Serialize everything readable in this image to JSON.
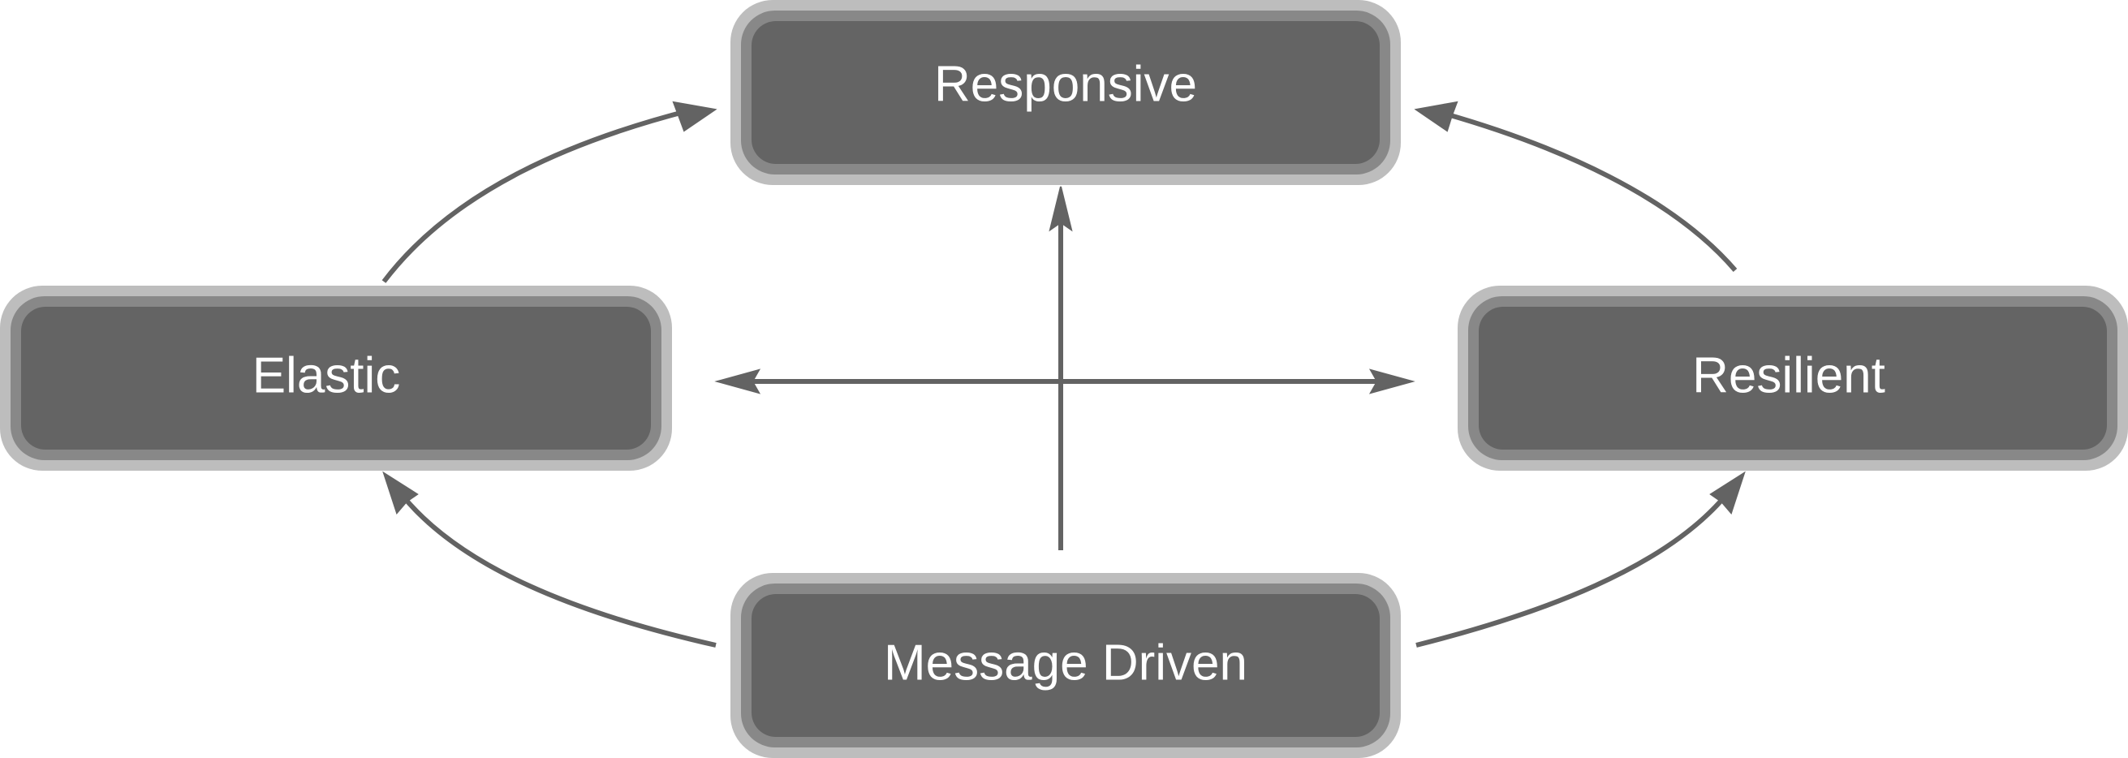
{
  "nodes": {
    "responsive": {
      "label": "Responsive"
    },
    "elastic": {
      "label": "Elastic"
    },
    "resilient": {
      "label": "Resilient"
    },
    "message_driven": {
      "label": "Message Driven"
    }
  },
  "colors": {
    "node_outer": "#bdbdbd",
    "node_middle": "#888888",
    "node_fill": "#646464",
    "arrow": "#636363",
    "text": "#ffffff"
  },
  "edges": [
    {
      "from": "elastic",
      "to": "responsive"
    },
    {
      "from": "resilient",
      "to": "responsive"
    },
    {
      "from": "message_driven",
      "to": "elastic"
    },
    {
      "from": "message_driven",
      "to": "resilient"
    },
    {
      "from": "message_driven",
      "to": "responsive"
    },
    {
      "from": "center",
      "to": "elastic"
    },
    {
      "from": "center",
      "to": "resilient"
    }
  ]
}
